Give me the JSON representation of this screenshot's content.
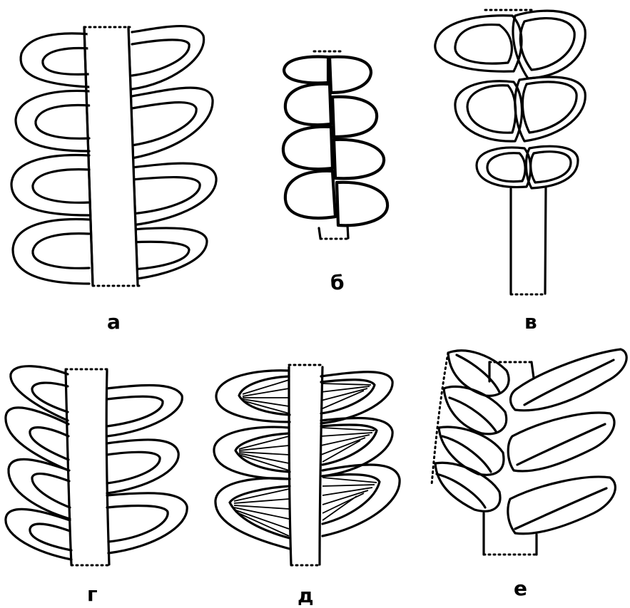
{
  "figure": {
    "background": "#ffffff",
    "ink_color": "#000000",
    "panels": [
      {
        "id": "a",
        "label": "а"
      },
      {
        "id": "b",
        "label": "б"
      },
      {
        "id": "v",
        "label": "в"
      },
      {
        "id": "g",
        "label": "г"
      },
      {
        "id": "d",
        "label": "д"
      },
      {
        "id": "e",
        "label": "е"
      }
    ]
  }
}
